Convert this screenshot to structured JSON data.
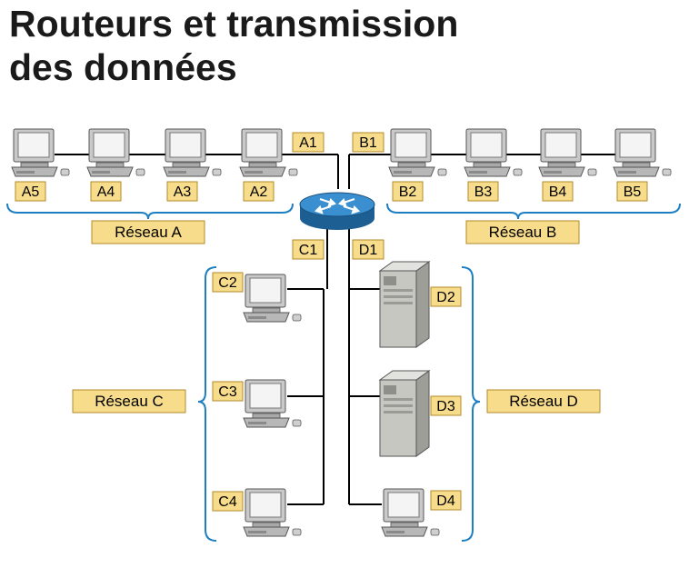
{
  "title": {
    "line1": "Routeurs et transmission",
    "line2": "des données"
  },
  "colors": {
    "label_fill": "#f7dc8c",
    "label_stroke": "#b08a2a",
    "bracket": "#1d7fc1",
    "wire": "#000000",
    "router": "#2a79b8"
  },
  "router_ports": {
    "a1": "A1",
    "b1": "B1",
    "c1": "C1",
    "d1": "D1"
  },
  "networks": {
    "a": {
      "name": "Réseau A",
      "hosts": [
        "A5",
        "A4",
        "A3",
        "A2"
      ]
    },
    "b": {
      "name": "Réseau B",
      "hosts": [
        "B2",
        "B3",
        "B4",
        "B5"
      ]
    },
    "c": {
      "name": "Réseau C",
      "hosts": [
        "C2",
        "C3",
        "C4"
      ]
    },
    "d": {
      "name": "Réseau D",
      "hosts": [
        "D2",
        "D3",
        "D4"
      ]
    }
  }
}
